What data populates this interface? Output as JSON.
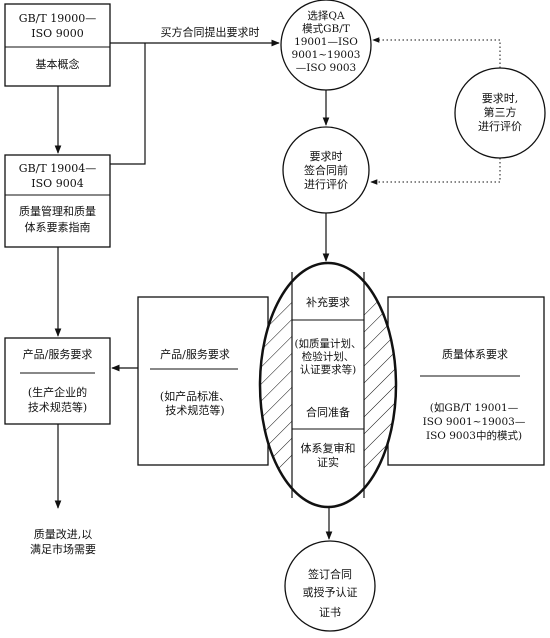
{
  "box_gb19000": {
    "code_line1": "GB/T 19000—",
    "code_line2": "ISO  9000",
    "title": "基本概念"
  },
  "box_gb19004": {
    "code_line1": "GB/T 19004—",
    "code_line2": "ISO  9004",
    "title_line1": "质量管理和质量",
    "title_line2": "体系要素指南"
  },
  "box_product_left": {
    "title": "产品/服务要求",
    "note_line1": "(生产企业的",
    "note_line2": "技术规范等)"
  },
  "arrow_label_buyer": "买方合同提出要求时",
  "circle_select_qa": {
    "line1": "选择QA",
    "line2": "模式GB/T",
    "line3": "19001—ISO",
    "line4": "9001~19003",
    "line5": "—ISO 9003"
  },
  "circle_third_party": {
    "line1": "要求时,",
    "line2": "第三方",
    "line3": "进行评价"
  },
  "circle_pre_contract": {
    "line1": "要求时",
    "line2": "签合同前",
    "line3": "进行评价"
  },
  "ellipse_center": {
    "supplement_title": "补充要求",
    "supplement_line1": "(如质量计划、",
    "supplement_line2": "检验计划、",
    "supplement_line3": "认证要求等)",
    "contract_title": "合同准备",
    "review_line1": "体系复审和",
    "review_line2": "证实"
  },
  "box_product_center": {
    "title": "产品/服务要求",
    "note_line1": "(如产品标准、",
    "note_line2": "技术规范等)"
  },
  "box_quality_system": {
    "title": "质量体系要求",
    "note_line1": "(如GB/T 19001—",
    "note_line2": "ISO 9001~19003—",
    "note_line3": "ISO 9003中的模式)"
  },
  "text_improvement": {
    "line1": "质量改进,以",
    "line2": "满足市场需要"
  },
  "circle_sign": {
    "line1": "签订合同",
    "line2": "或授予认证",
    "line3": "证书"
  }
}
